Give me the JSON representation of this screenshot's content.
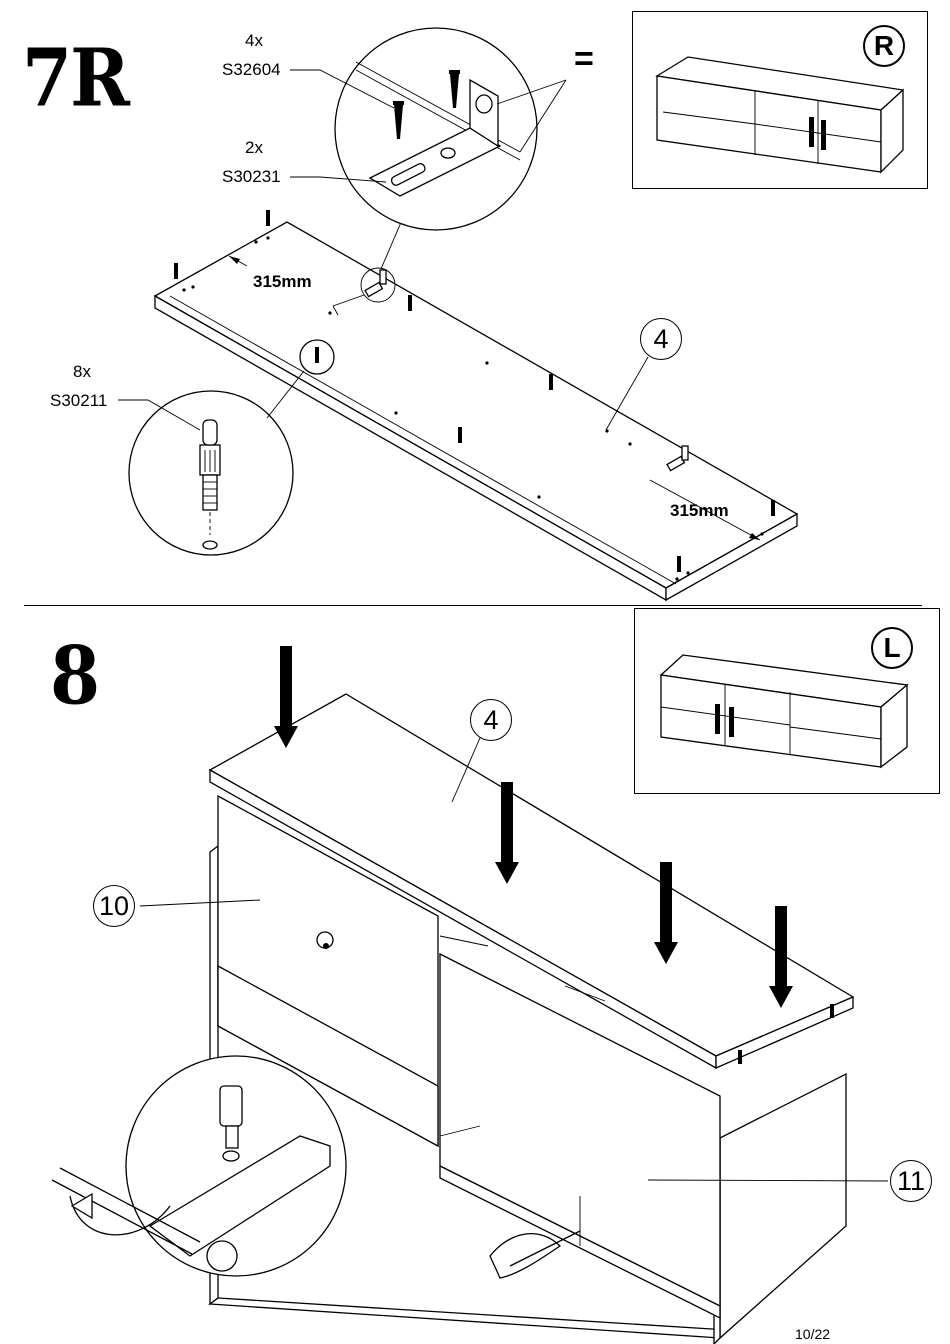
{
  "step_7r": {
    "step_label": "7R",
    "bolt_callout": {
      "quantity": "4x",
      "code": "S32604"
    },
    "bracket_callout": {
      "quantity": "2x",
      "code": "S30231"
    },
    "dowel_callout": {
      "quantity": "8x",
      "code": "S30211"
    },
    "dimension_left": "315mm",
    "dimension_right": "315mm",
    "equals_sign": "=",
    "variant_badge": "R",
    "part_label": "4"
  },
  "step_8": {
    "step_label": "8",
    "variant_badge": "L",
    "part_labels": {
      "top": "4",
      "left": "10",
      "right": "11"
    }
  },
  "footer": {
    "page_number": "10/22"
  }
}
